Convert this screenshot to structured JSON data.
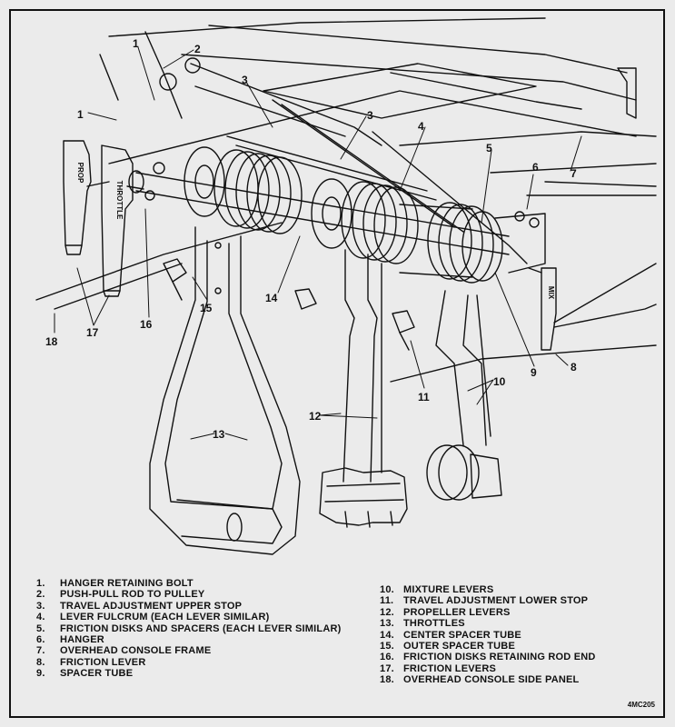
{
  "callouts": {
    "c1a": "1",
    "c1b": "1",
    "c2": "2",
    "c3a": "3",
    "c3b": "3",
    "c4": "4",
    "c5": "5",
    "c6": "6",
    "c7": "7",
    "c8": "8",
    "c9": "9",
    "c10": "10",
    "c11": "11",
    "c12": "12",
    "c13": "13",
    "c14": "14",
    "c15": "15",
    "c16": "16",
    "c17": "17",
    "c18": "18"
  },
  "knob_labels": {
    "prop": "PROP",
    "throttle": "THROTTLE",
    "mix": "MIX"
  },
  "legend_left": [
    {
      "num": "1.",
      "text": "HANGER RETAINING BOLT"
    },
    {
      "num": "2.",
      "text": "PUSH-PULL ROD TO PULLEY"
    },
    {
      "num": "3.",
      "text": "TRAVEL ADJUSTMENT UPPER STOP"
    },
    {
      "num": "4.",
      "text": "LEVER FULCRUM (EACH LEVER SIMILAR)"
    },
    {
      "num": "5.",
      "text": "FRICTION DISKS AND SPACERS (EACH LEVER SIMILAR)"
    },
    {
      "num": "6.",
      "text": "HANGER"
    },
    {
      "num": "7.",
      "text": "OVERHEAD CONSOLE FRAME"
    },
    {
      "num": "8.",
      "text": "FRICTION LEVER"
    },
    {
      "num": "9.",
      "text": "SPACER TUBE"
    }
  ],
  "legend_right": [
    {
      "num": "10.",
      "text": "MIXTURE LEVERS"
    },
    {
      "num": "11.",
      "text": "TRAVEL ADJUSTMENT LOWER STOP"
    },
    {
      "num": "12.",
      "text": "PROPELLER LEVERS"
    },
    {
      "num": "13.",
      "text": "THROTTLES"
    },
    {
      "num": "14.",
      "text": "CENTER SPACER TUBE"
    },
    {
      "num": "15.",
      "text": "OUTER SPACER TUBE"
    },
    {
      "num": "16.",
      "text": "FRICTION DISKS RETAINING ROD END"
    },
    {
      "num": "17.",
      "text": "FRICTION LEVERS"
    },
    {
      "num": "18.",
      "text": "OVERHEAD CONSOLE SIDE PANEL"
    }
  ],
  "figure_id": "4MC205"
}
